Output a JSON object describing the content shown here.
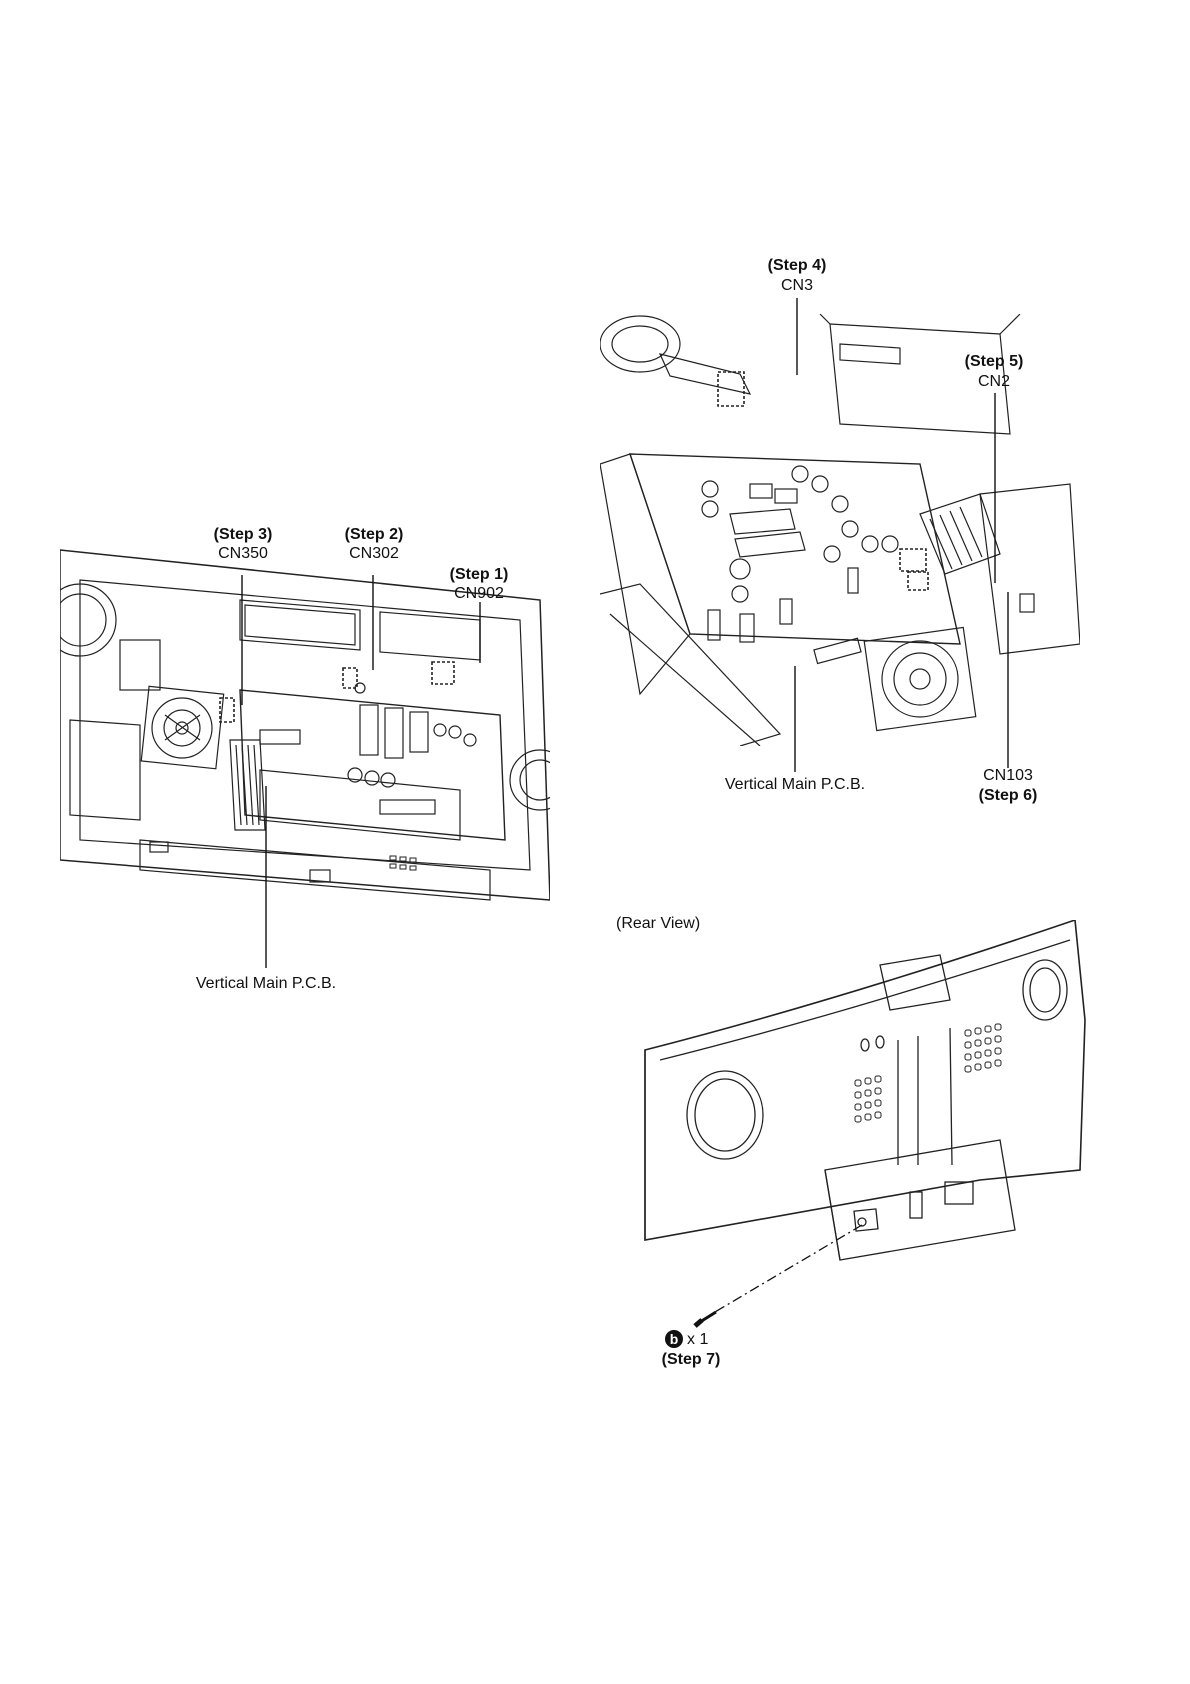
{
  "figure_left": {
    "callouts": [
      {
        "step": "(Step 3)",
        "connector": "CN350"
      },
      {
        "step": "(Step 2)",
        "connector": "CN302"
      },
      {
        "step": "(Step 1)",
        "connector": "CN902"
      }
    ],
    "board_label": "Vertical Main P.C.B."
  },
  "figure_right_top": {
    "callouts": [
      {
        "step": "(Step 4)",
        "connector": "CN3"
      },
      {
        "step": "(Step 5)",
        "connector": "CN2"
      },
      {
        "step": "(Step 6)",
        "connector": "CN103"
      }
    ],
    "board_label": "Vertical Main P.C.B."
  },
  "figure_rear": {
    "view_label": "(Rear View)",
    "screw_badge": "b",
    "screw_count": "x 1",
    "step": "(Step 7)"
  }
}
